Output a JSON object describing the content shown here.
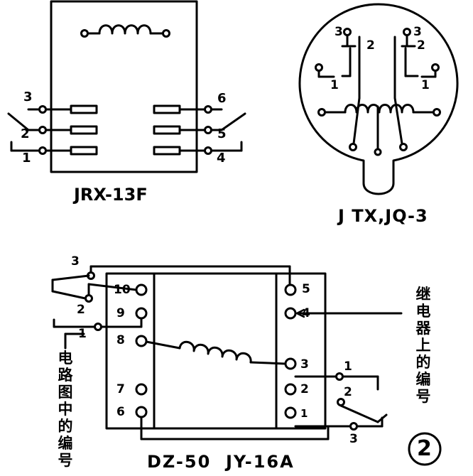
{
  "titles": {
    "jrx": "JRX-13F",
    "jtx": "J TX,JQ-3",
    "dz": "DZ-50  JY-16A"
  },
  "figure_number": "2",
  "jrx": {
    "left_terminals": [
      "3",
      "2",
      "1"
    ],
    "right_terminals": [
      "6",
      "5",
      "4"
    ]
  },
  "jtx": {
    "left": {
      "pin_a": "3",
      "pin_b": "2",
      "pin_c": "1"
    },
    "right": {
      "pin_a": "3",
      "pin_b": "2",
      "pin_c": "1"
    }
  },
  "dz": {
    "left_pins": [
      "10",
      "9",
      "8",
      "7",
      "6"
    ],
    "right_pins": [
      "5",
      "4",
      "3",
      "2",
      "1"
    ],
    "left_switch": [
      "3",
      "2",
      "1"
    ],
    "right_switch": [
      "1",
      "2",
      "3"
    ],
    "note_left": "电路图中的编号",
    "note_right": "继电器上的编号"
  }
}
